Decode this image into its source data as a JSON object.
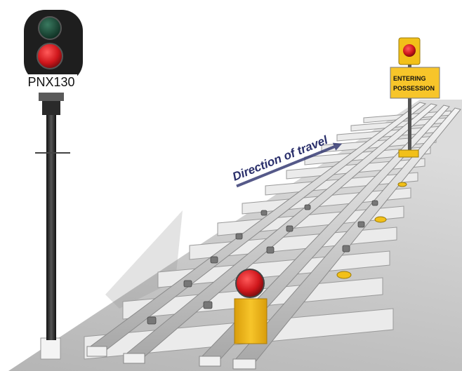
{
  "signal": {
    "id_plate": "PNX130",
    "aspects": {
      "upper": "green",
      "lower": "red"
    },
    "lit_aspect": "red"
  },
  "direction": {
    "label": "Direction of travel"
  },
  "possession_board": {
    "line1": "ENTERING",
    "line2": "POSSESSION"
  },
  "colors": {
    "ballast": "#c9c9c9",
    "sleeper": "#e9e9e9",
    "rail": "#d6d6d6",
    "signal_head": "#1e1e1e",
    "red_light": "#d0171c",
    "green_light": "#0f3d2b",
    "amber_box": "#f2c019",
    "board_yellow": "#f7c52a",
    "arrow_text": "#2a2f6b"
  },
  "icons": [
    "signal-post-icon",
    "red-lamp-icon",
    "marker-board-icon",
    "detonator-icon",
    "direction-arrow-icon"
  ]
}
